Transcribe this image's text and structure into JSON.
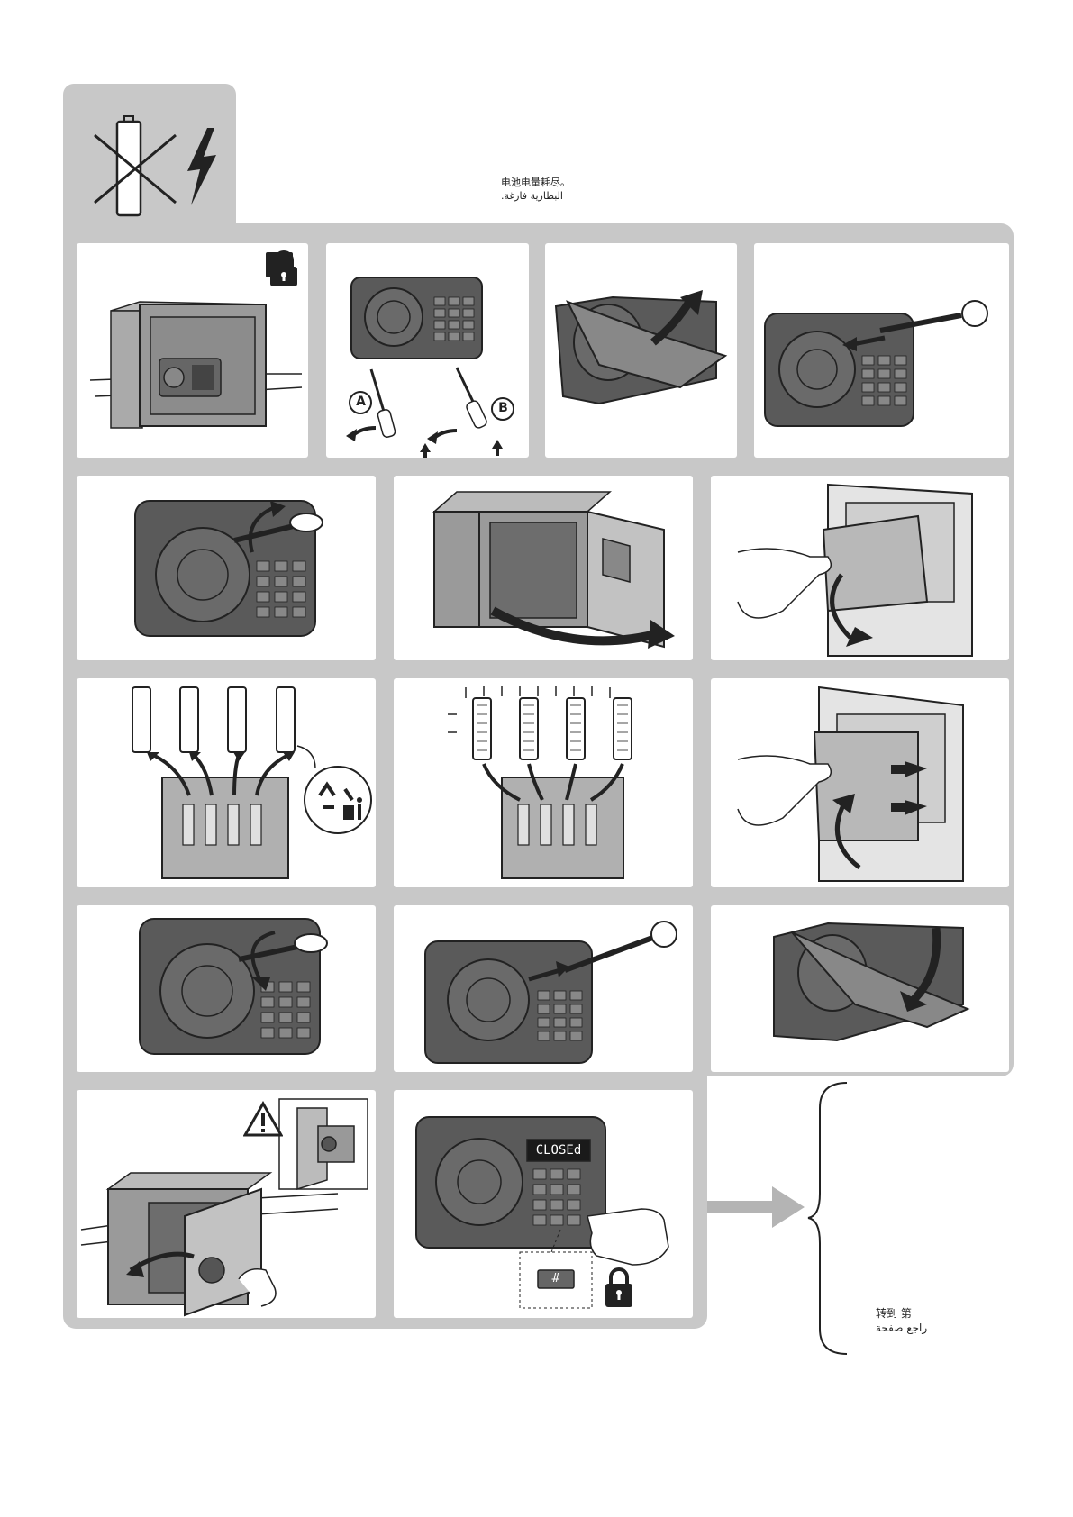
{
  "header": {
    "caption_zh": "电池电量耗尽。",
    "caption_ar": "البطارية فارغة."
  },
  "steps": {
    "screw_a_label": "A",
    "screw_b_label": "B",
    "display_text": "CLOSEd",
    "hash_key_label": "#"
  },
  "reference": {
    "line_zh": "转到 第",
    "line_ar": "راجع صفحة"
  },
  "icons": {
    "empty_battery": "empty-battery-icon",
    "lightning": "lightning-icon",
    "padlock": "padlock-icon",
    "recycle": "recycle-icon",
    "warning": "warning-icon"
  },
  "colors": {
    "background_panel": "#c8c8c8",
    "device_dark": "#5a5a5a",
    "device_mid": "#888888",
    "safe_body": "#9a9a9a",
    "arrow": "#2a2a2a",
    "flow_arrow": "#b4b4b4"
  }
}
